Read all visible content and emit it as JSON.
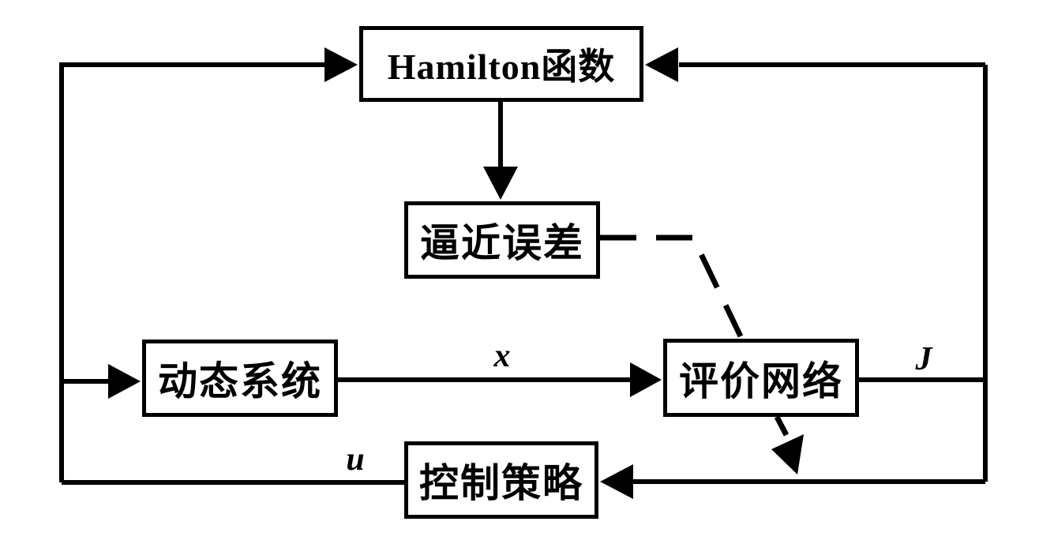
{
  "diagram": {
    "title": "ADP / critic-network control structure diagram",
    "colors": {
      "background": "#ffffff",
      "stroke": "#000000",
      "text": "#000000"
    },
    "nodes": {
      "hamilton": {
        "label": "Hamilton函数"
      },
      "approx_error": {
        "label": "逼近误差"
      },
      "dynamic_system": {
        "label": "动态系统"
      },
      "critic_network": {
        "label": "评价网络"
      },
      "control_policy": {
        "label": "控制策略"
      }
    },
    "edge_labels": {
      "x": "x",
      "J": "J",
      "u": "u"
    },
    "edges": [
      {
        "from": "control_policy",
        "to": "hamilton",
        "label": "u",
        "style": "solid"
      },
      {
        "from": "control_policy",
        "to": "dynamic_system",
        "label": "u",
        "style": "solid"
      },
      {
        "from": "dynamic_system",
        "to": "critic_network",
        "label": "x",
        "style": "solid"
      },
      {
        "from": "critic_network",
        "to": "hamilton",
        "label": "J",
        "style": "solid"
      },
      {
        "from": "critic_network",
        "to": "control_policy",
        "label": "J",
        "style": "solid"
      },
      {
        "from": "hamilton",
        "to": "approx_error",
        "label": "",
        "style": "solid"
      },
      {
        "from": "approx_error",
        "to": "critic_network",
        "label": "",
        "style": "dashed"
      },
      {
        "from": "critic_network",
        "to": "control_policy",
        "label": "",
        "style": "dashed"
      }
    ]
  }
}
